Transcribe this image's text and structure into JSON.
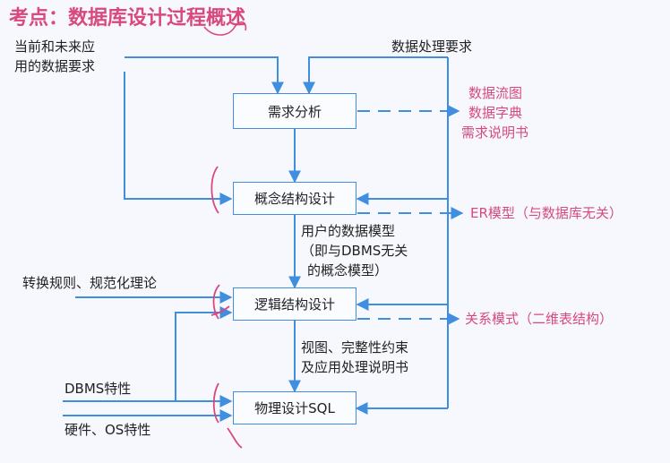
{
  "title": "考点：数据库设计过程概述",
  "inputs": {
    "current_future_line1": "当前和未来应",
    "current_future_line2": "用的数据要求",
    "data_processing": "数据处理要求",
    "conversion_rules": "转换规则、规范化理论",
    "dbms_features": "DBMS特性",
    "hardware_os": "硬件、OS特性"
  },
  "stages": {
    "requirements": "需求分析",
    "conceptual": "概念结构设计",
    "logical": "逻辑结构设计",
    "physical": "物理设计SQL"
  },
  "outputs": {
    "dataflow": "数据流图",
    "data_dictionary": "数据字典",
    "requirements_spec": "需求说明书",
    "er_model": "ER模型（与数据库无关）",
    "relational_model": "关系模式（二维表结构）"
  },
  "notes": {
    "conceptual_line1": "用户的数据模型",
    "conceptual_line2": "（即与DBMS无关",
    "conceptual_line3": "的概念模型）",
    "logical_line1": "视图、完整性约束",
    "logical_line2": "及应用处理说明书"
  },
  "colors": {
    "line": "#3f8ee0",
    "accent": "#d8497d",
    "text": "#222222"
  }
}
